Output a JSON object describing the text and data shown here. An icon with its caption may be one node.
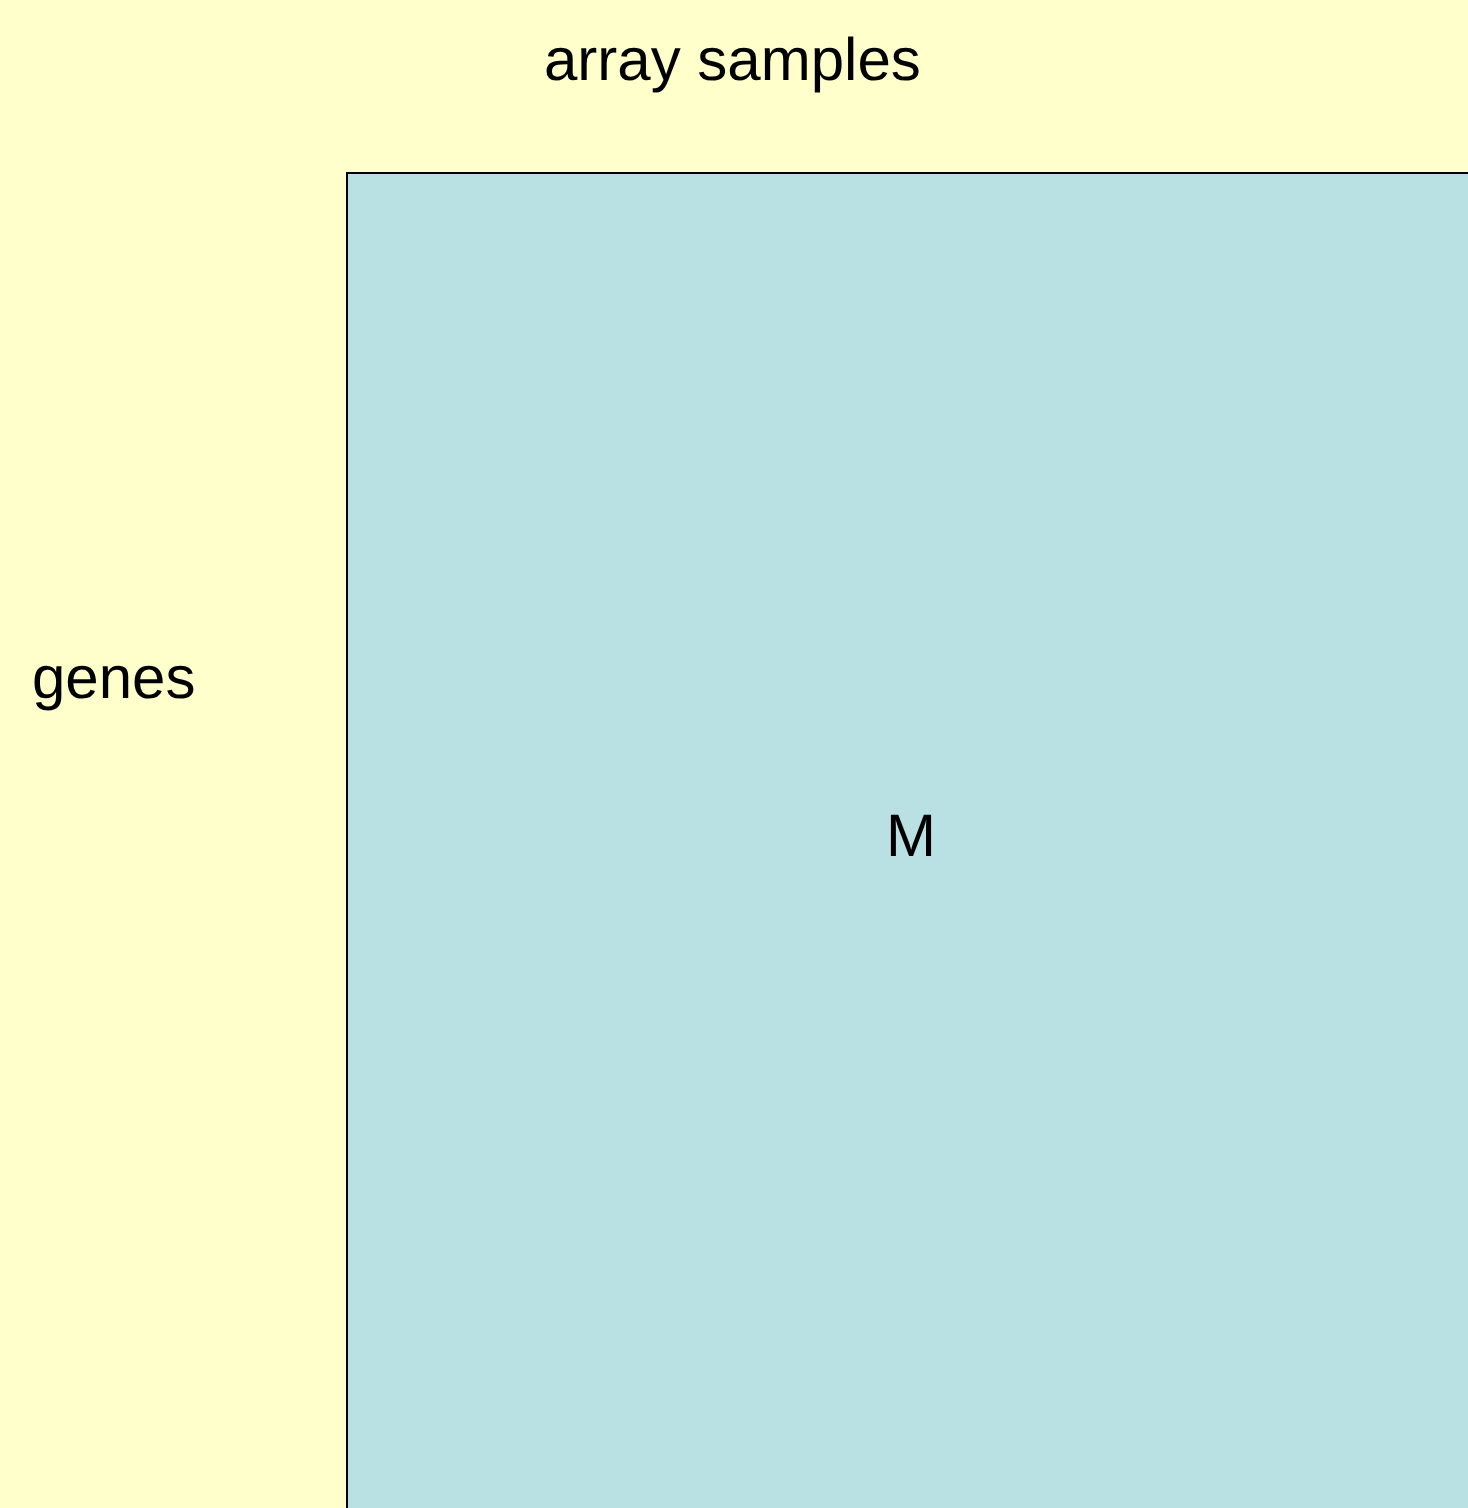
{
  "diagram": {
    "nodes": [
      {
        "text": [
          "M"
        ]
      }
    ],
    "labels": [
      "array samples",
      "genes"
    ]
  }
}
